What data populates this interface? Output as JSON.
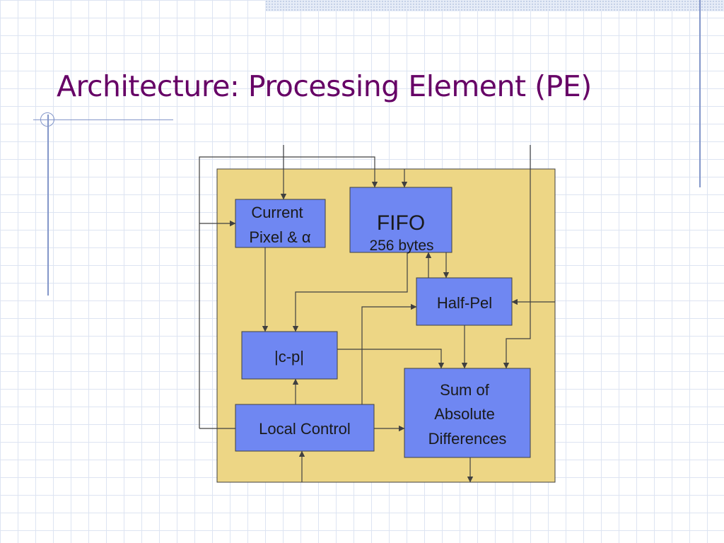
{
  "slide": {
    "title": "Architecture: Processing Element (PE)"
  },
  "diagram": {
    "blocks": {
      "current_pixel": {
        "line1": "Current",
        "line2": "Pixel & α"
      },
      "fifo": {
        "line1": "FIFO",
        "line2": "256 bytes"
      },
      "half_pel": {
        "label": "Half-Pel"
      },
      "abs_diff": {
        "label": "|c-p|"
      },
      "local_control": {
        "label": "Local Control"
      },
      "sad": {
        "line1": "Sum of",
        "line2": "Absolute",
        "line3": "Differences"
      }
    }
  },
  "colors": {
    "pe_background": "#edd685",
    "block_fill": "#6f87f2",
    "title": "#660066",
    "lines": "#404040"
  }
}
